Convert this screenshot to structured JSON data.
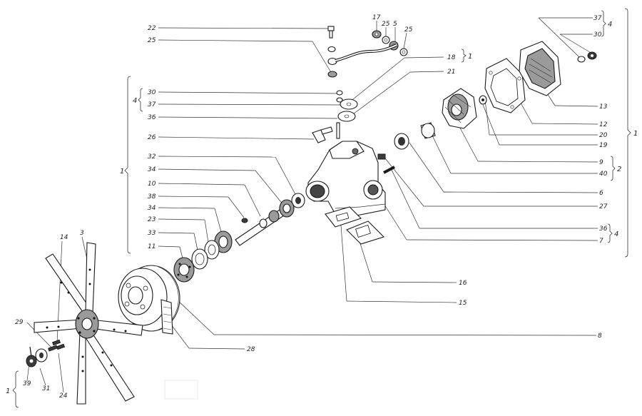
{
  "diagram": {
    "callouts": [
      {
        "id": "c22",
        "text": "22"
      },
      {
        "id": "c25a",
        "text": "25"
      },
      {
        "id": "c17",
        "text": "17"
      },
      {
        "id": "c25b",
        "text": "25"
      },
      {
        "id": "c5",
        "text": "5"
      },
      {
        "id": "c25c",
        "text": "25"
      },
      {
        "id": "c18",
        "text": "18"
      },
      {
        "id": "c21",
        "text": "21"
      },
      {
        "id": "c30a",
        "text": "30"
      },
      {
        "id": "c37a",
        "text": "37"
      },
      {
        "id": "c36a",
        "text": "36"
      },
      {
        "id": "c26",
        "text": "26"
      },
      {
        "id": "c32",
        "text": "32"
      },
      {
        "id": "c34a",
        "text": "34"
      },
      {
        "id": "c10",
        "text": "10"
      },
      {
        "id": "c38",
        "text": "38"
      },
      {
        "id": "c34b",
        "text": "34"
      },
      {
        "id": "c23",
        "text": "23"
      },
      {
        "id": "c33",
        "text": "33"
      },
      {
        "id": "c11",
        "text": "11"
      },
      {
        "id": "c14",
        "text": "14"
      },
      {
        "id": "c3",
        "text": "3"
      },
      {
        "id": "c29",
        "text": "29"
      },
      {
        "id": "c39",
        "text": "39"
      },
      {
        "id": "c31",
        "text": "31"
      },
      {
        "id": "c24",
        "text": "24"
      },
      {
        "id": "c37b",
        "text": "37"
      },
      {
        "id": "c30b",
        "text": "30"
      },
      {
        "id": "c13",
        "text": "13"
      },
      {
        "id": "c12",
        "text": "12"
      },
      {
        "id": "c20",
        "text": "20"
      },
      {
        "id": "c19",
        "text": "19"
      },
      {
        "id": "c9",
        "text": "9"
      },
      {
        "id": "c40",
        "text": "40"
      },
      {
        "id": "c6",
        "text": "6"
      },
      {
        "id": "c27",
        "text": "27"
      },
      {
        "id": "c36b",
        "text": "36"
      },
      {
        "id": "c7",
        "text": "7"
      },
      {
        "id": "c16",
        "text": "16"
      },
      {
        "id": "c15",
        "text": "15"
      },
      {
        "id": "c8",
        "text": "8"
      },
      {
        "id": "c28",
        "text": "28"
      }
    ],
    "brackets": [
      {
        "id": "b1_top",
        "text": "1"
      },
      {
        "id": "b4_left",
        "text": "4"
      },
      {
        "id": "b1_left",
        "text": "1"
      },
      {
        "id": "b4_topright",
        "text": "4"
      },
      {
        "id": "b1_right",
        "text": "1"
      },
      {
        "id": "b2_right",
        "text": "2"
      },
      {
        "id": "b4_right",
        "text": "4"
      },
      {
        "id": "b1_bottom",
        "text": "1"
      }
    ]
  }
}
